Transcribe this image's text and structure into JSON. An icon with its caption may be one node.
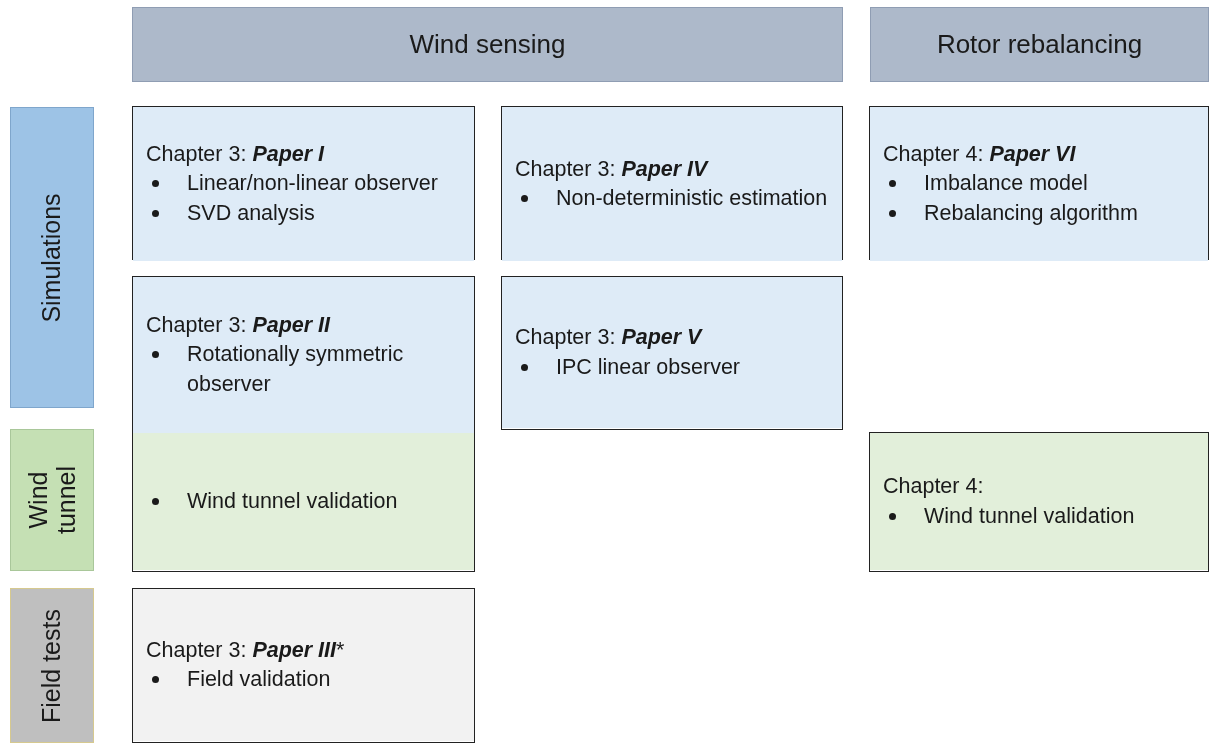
{
  "diagram": {
    "nodes": [
      {
        "text": [
          "Wind sensing"
        ]
      },
      {
        "text": [
          "Rotor rebalancing"
        ]
      },
      {
        "text": [
          "Simulations"
        ]
      },
      {
        "text": [
          "Chapter 3: **Paper I**",
          "Linear/non-linear observer",
          "SVD analysis"
        ]
      },
      {
        "text": [
          "Chapter 3: **Paper IV**",
          "Non-deterministic estimation"
        ]
      },
      {
        "text": [
          "Chapter 4: **Paper VI**",
          "Imbalance model",
          "Rebalancing algorithm"
        ]
      },
      {
        "text": [
          "Chapter 3: **Paper II**",
          "Rotationally symmetric observer",
          "Wind tunnel validation"
        ]
      },
      {
        "text": [
          "Chapter 3: **Paper V**",
          "IPC linear observer"
        ]
      },
      {
        "text": [
          "Wind tunnel"
        ]
      },
      {
        "text": [
          "Chapter 4:",
          "Wind tunnel validation"
        ]
      },
      {
        "text": [
          "Field tests"
        ]
      },
      {
        "text": [
          "Chapter 3: **Paper III***",
          "Field validation"
        ]
      }
    ],
    "edges": []
  }
}
